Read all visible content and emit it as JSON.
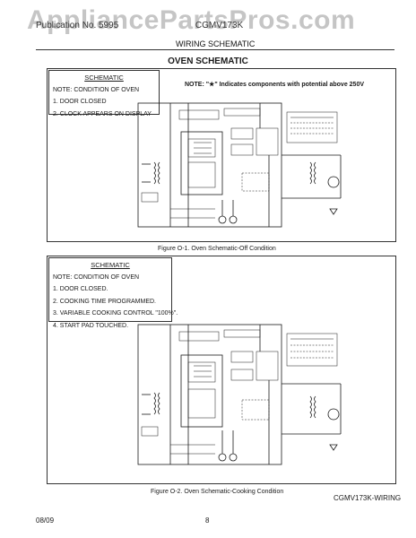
{
  "watermark": "AppliancePartsPros.com",
  "header": {
    "left": "Publication No. 5995",
    "model": "CGMV173K",
    "subtitle": "WIRING SCHEMATIC"
  },
  "title": "OVEN SCHEMATIC",
  "note_250v": "NOTE: \"★\" Indicates components with potential above 250V",
  "schematic1": {
    "heading": "SCHEMATIC",
    "lines": [
      "NOTE: CONDITION OF OVEN",
      "1. DOOR CLOSED",
      "2. CLOCK APPEARS ON DISPLAY"
    ],
    "caption": "Figure O-1. Oven Schematic-Off Condition"
  },
  "schematic2": {
    "heading": "SCHEMATIC",
    "lines": [
      "NOTE: CONDITION OF OVEN",
      "1. DOOR CLOSED.",
      "2. COOKING TIME PROGRAMMED.",
      "3. VARIABLE COOKING CONTROL \"100%\".",
      "4. START PAD TOUCHED."
    ],
    "caption": "Figure O-2. Oven Schematic-Cooking Condition"
  },
  "footer": {
    "date": "08/09",
    "page": "8",
    "doc_id": "CGMV173K-WIRING"
  }
}
